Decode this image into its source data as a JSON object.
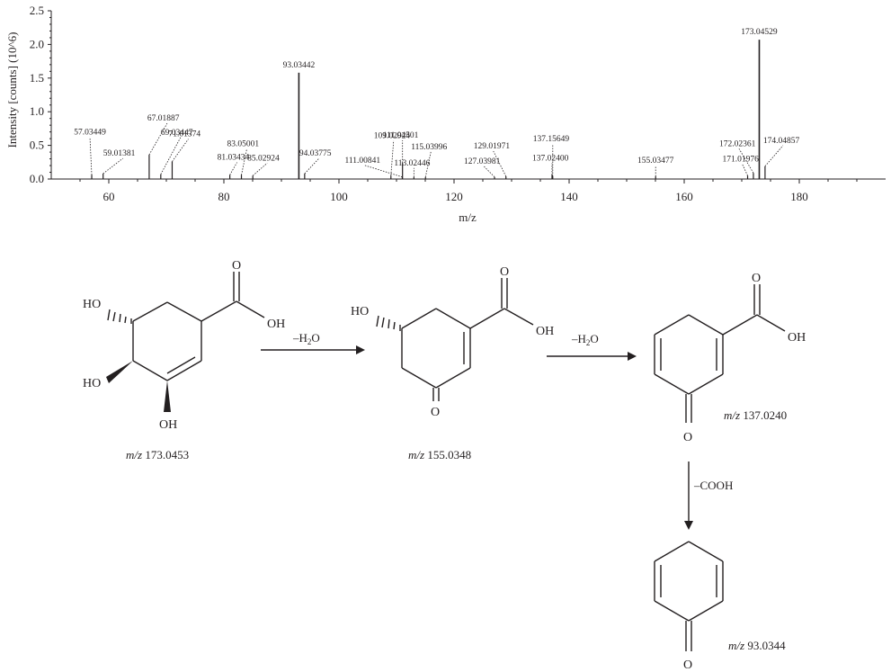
{
  "chart_data": {
    "type": "bar",
    "xlabel": "m/z",
    "ylabel": "Intensity [counts] (10^6)",
    "xlim": [
      50,
      195
    ],
    "ylim": [
      0,
      2.5
    ],
    "x_ticks": [
      60,
      80,
      100,
      120,
      140,
      160,
      180
    ],
    "y_ticks": [
      0.0,
      0.5,
      1.0,
      1.5,
      2.0,
      2.5
    ],
    "peaks": [
      {
        "mz": 57.03449,
        "value": 0.06,
        "label": "57.03449"
      },
      {
        "mz": 59.01381,
        "value": 0.08,
        "label": "59.01381"
      },
      {
        "mz": 67.01887,
        "value": 0.36,
        "label": "67.01887"
      },
      {
        "mz": 69.03447,
        "value": 0.07,
        "label": "69.03447"
      },
      {
        "mz": 71.01374,
        "value": 0.26,
        "label": "71.01374"
      },
      {
        "mz": 81.03434,
        "value": 0.06,
        "label": "81.03434"
      },
      {
        "mz": 83.05001,
        "value": 0.06,
        "label": "83.05001"
      },
      {
        "mz": 85.02924,
        "value": 0.05,
        "label": "85.02924"
      },
      {
        "mz": 93.03442,
        "value": 1.58,
        "label": "93.03442"
      },
      {
        "mz": 94.03775,
        "value": 0.08,
        "label": "94.03775"
      },
      {
        "mz": 109.02924,
        "value": 0.05,
        "label": "109.02924"
      },
      {
        "mz": 111.00841,
        "value": 0.03,
        "label": "111.00841"
      },
      {
        "mz": 111.04501,
        "value": 0.24,
        "label": "111.04501"
      },
      {
        "mz": 113.02446,
        "value": 0.03,
        "label": "113.02446"
      },
      {
        "mz": 115.03996,
        "value": 0.03,
        "label": "115.03996"
      },
      {
        "mz": 127.03981,
        "value": 0.03,
        "label": "127.03981"
      },
      {
        "mz": 129.01971,
        "value": 0.04,
        "label": "129.01971"
      },
      {
        "mz": 137.024,
        "value": 0.06,
        "label": "137.02400"
      },
      {
        "mz": 137.15649,
        "value": 0.04,
        "label": "137.15649"
      },
      {
        "mz": 155.03477,
        "value": 0.04,
        "label": "155.03477"
      },
      {
        "mz": 171.01976,
        "value": 0.05,
        "label": "171.01976"
      },
      {
        "mz": 172.02361,
        "value": 0.09,
        "label": "172.02361"
      },
      {
        "mz": 173.04529,
        "value": 2.07,
        "label": "173.04529"
      },
      {
        "mz": 174.04857,
        "value": 0.19,
        "label": "174.04857"
      }
    ]
  },
  "scheme": {
    "atoms": {
      "O": "O",
      "OH": "OH",
      "HO": "HO"
    },
    "steps": {
      "h2o_prefix": "–H",
      "h2o_sub": "2",
      "h2o_suffix": "O",
      "cooh": "–COOH"
    },
    "mz_prefix": "m/z",
    "compounds": [
      {
        "mz": "173.0453"
      },
      {
        "mz": "155.0348"
      },
      {
        "mz": "137.0240"
      },
      {
        "mz": "93.0344"
      }
    ]
  }
}
